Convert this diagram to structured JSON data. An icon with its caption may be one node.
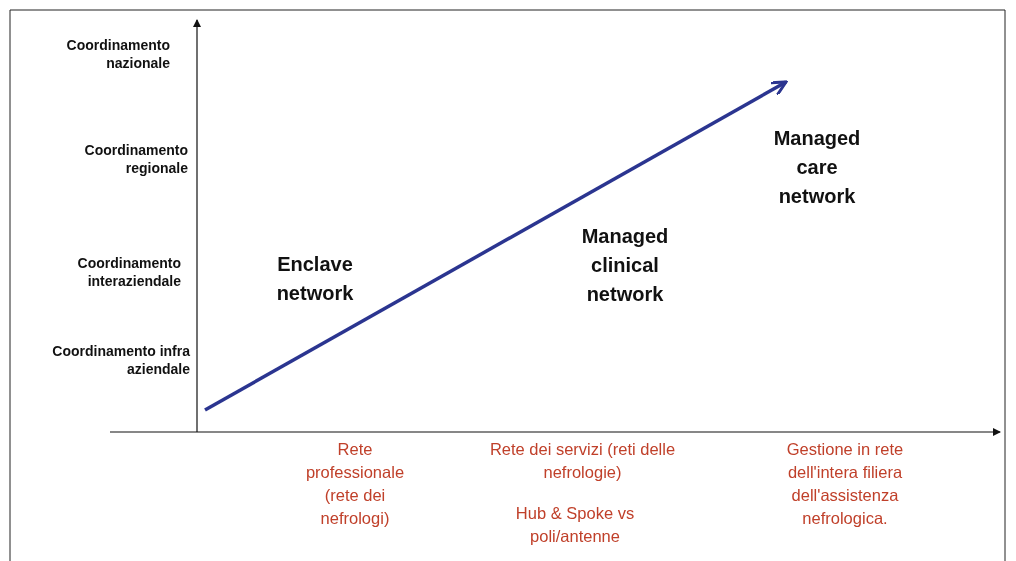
{
  "diagram": {
    "labels": [
      "Coordinamento nazionale",
      "Managed care network",
      "Coordinamento regionale",
      "Managed clinical network",
      "Coordinamento interaziendale",
      "Enclave network",
      "Coordinamento infra aziendale",
      "Rete professionale (rete dei nefrologi)",
      "Rete dei servizi (reti delle nefrologie)",
      "Hub & Spoke vs poli/antenne",
      "Gestione in rete dell'intera filiera dell'assistenza nefrologica."
    ]
  }
}
